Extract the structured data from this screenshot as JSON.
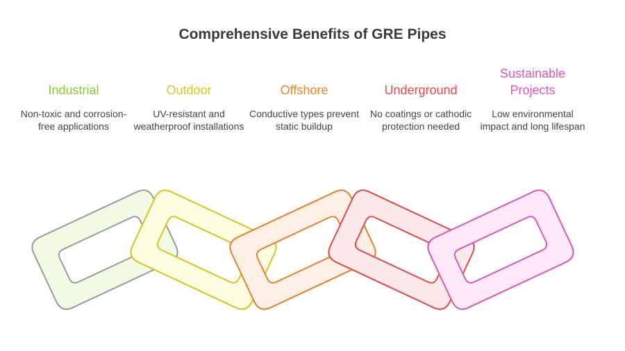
{
  "title": "Comprehensive Benefits of GRE Pipes",
  "benefits": [
    {
      "title": "Industrial",
      "description": "Non-toxic and corrosion-free applications",
      "color": "#8dc63f",
      "fill": "#f1fbe3",
      "stroke": "#9a9a9a"
    },
    {
      "title": "Outdoor",
      "description": "UV-resistant and weatherproof installations",
      "color": "#d8c81c",
      "fill": "#fdfbe0",
      "stroke": "#d6c51e"
    },
    {
      "title": "Offshore",
      "description": "Conductive types prevent static buildup",
      "color": "#e8862c",
      "fill": "#fdefe3",
      "stroke": "#e0822e"
    },
    {
      "title": "Underground",
      "description": "No coatings or cathodic protection needed",
      "color": "#e24a4a",
      "fill": "#fde9e9",
      "stroke": "#dd4a4a"
    },
    {
      "title": "Sustainable Projects",
      "description": "Low environmental impact and long lifespan",
      "color": "#e056b2",
      "fill": "#fce8f6",
      "stroke": "#d957b0"
    }
  ]
}
